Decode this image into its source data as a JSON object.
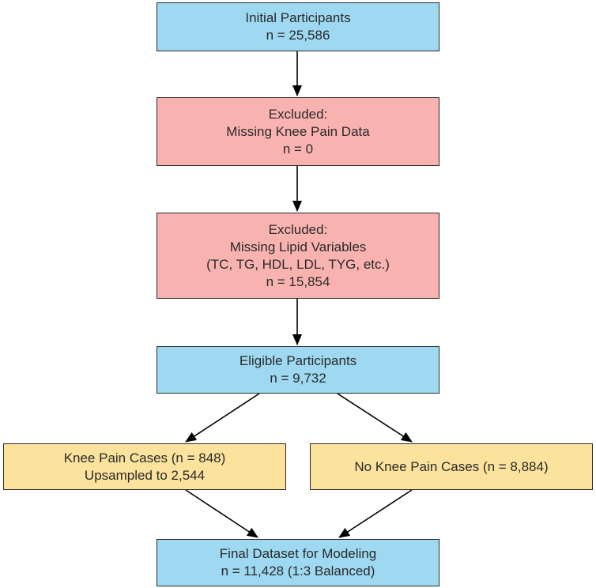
{
  "flowchart": {
    "initial": {
      "line1": "Initial Participants",
      "line2": "n = 25,586"
    },
    "excluded_knee": {
      "line1": "Excluded:",
      "line2": "Missing Knee Pain Data",
      "line3": "n = 0"
    },
    "excluded_lipid": {
      "line1": "Excluded:",
      "line2": "Missing Lipid Variables",
      "line3": "(TC, TG, HDL, LDL, TYG, etc.)",
      "line4": "n = 15,854"
    },
    "eligible": {
      "line1": "Eligible Participants",
      "line2": "n = 9,732"
    },
    "knee_pain_cases": {
      "line1": "Knee Pain Cases (n = 848)",
      "line2": "Upsampled to 2,544"
    },
    "no_knee_pain_cases": {
      "line1": "No Knee Pain Cases (n = 8,884)"
    },
    "final_dataset": {
      "line1": "Final Dataset for Modeling",
      "line2": "n = 11,428 (1:3 Balanced)"
    }
  },
  "colors": {
    "blue_box": "#9ed8f1",
    "red_box": "#f8b3b1",
    "yellow_box": "#fbe29d",
    "border": "#2b2b2b",
    "arrow": "#000000"
  }
}
